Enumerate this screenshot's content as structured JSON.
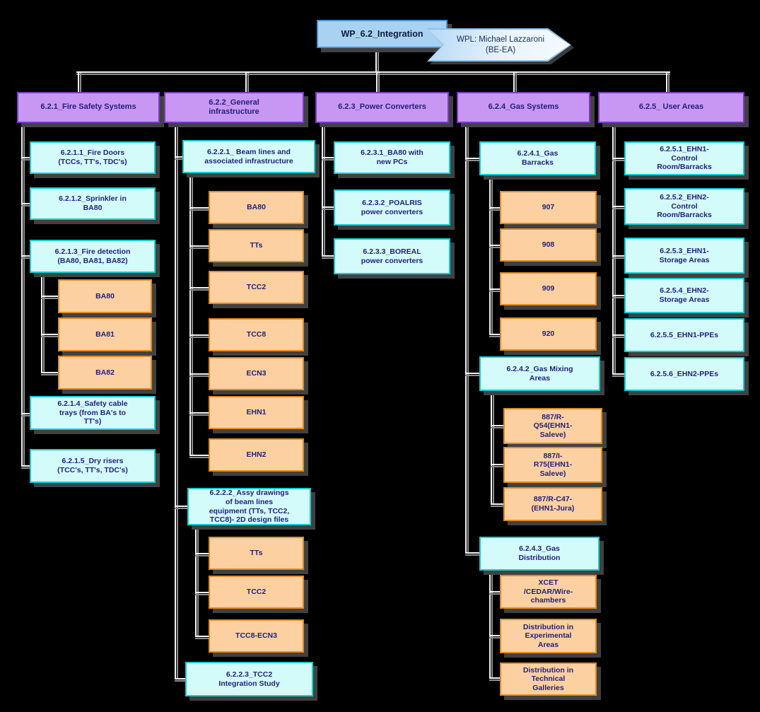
{
  "diagram": {
    "root": {
      "label": "WP_6.2_Integration"
    },
    "wpl": {
      "label": "WPL: Michael Lazzaroni\n(BE-EA)"
    },
    "branches": [
      {
        "label": "6.2.1_Fire Safety Systems",
        "children": [
          {
            "label": "6.2.1.1_Fire Doors\n(TCCs, TT's, TDC's)",
            "children": []
          },
          {
            "label": "6.2.1.2_Sprinkler in\nBA80",
            "children": []
          },
          {
            "label": "6.2.1.3_Fire detection\n(BA80, BA81, BA82)",
            "children": [
              {
                "label": "BA80"
              },
              {
                "label": "BA81"
              },
              {
                "label": "BA82"
              }
            ]
          },
          {
            "label": "6.2.1.4_Safety cable\ntrays (from BA's to\nTT's)",
            "children": []
          },
          {
            "label": "6.2.1.5_Dry risers\n(TCC's, TT's, TDC's)",
            "children": []
          }
        ]
      },
      {
        "label": "6.2.2_General\ninfrastructure",
        "children": [
          {
            "label": "6.2.2.1_ Beam lines and\nassociated infrastructure",
            "children": [
              {
                "label": "BA80"
              },
              {
                "label": "TTs"
              },
              {
                "label": "TCC2"
              },
              {
                "label": "TCC8"
              },
              {
                "label": "ECN3"
              },
              {
                "label": "EHN1"
              },
              {
                "label": "EHN2"
              }
            ]
          },
          {
            "label": "6.2.2.2_Assy drawings\nof beam lines\nequipment (TTs, TCC2,\nTCC8)- 2D design files",
            "children": [
              {
                "label": "TTs"
              },
              {
                "label": "TCC2"
              },
              {
                "label": "TCC8-ECN3"
              }
            ]
          },
          {
            "label": "6.2.2.3_TCC2\nIntegration Study",
            "children": []
          }
        ]
      },
      {
        "label": "6.2.3_Power Converters",
        "children": [
          {
            "label": "6.2.3.1_BA80 with\nnew PCs",
            "children": []
          },
          {
            "label": "6.2.3.2_POALRIS\npower converters",
            "children": []
          },
          {
            "label": "6.2.3.3_BOREAL\npower converters",
            "children": []
          }
        ]
      },
      {
        "label": "6.2.4_Gas Systems",
        "children": [
          {
            "label": "6.2.4.1_Gas\nBarracks",
            "children": [
              {
                "label": "907"
              },
              {
                "label": "908"
              },
              {
                "label": "909"
              },
              {
                "label": "920"
              }
            ]
          },
          {
            "label": "6.2.4.2_Gas Mixing\nAreas",
            "children": [
              {
                "label": "887/R-\nQ54(EHN1-\nSaleve)"
              },
              {
                "label": "887/I-\nR75(EHN1-\nSaleve)"
              },
              {
                "label": "887/R-C47-\n(EHN1-Jura)"
              }
            ]
          },
          {
            "label": "6.2.4.3_Gas\nDistribution",
            "children": [
              {
                "label": "XCET\n/CEDAR/Wire-\nchambers"
              },
              {
                "label": "Distribution in\nExperimental\nAreas"
              },
              {
                "label": "Distribution in\nTechnical\nGalleries"
              }
            ]
          }
        ]
      },
      {
        "label": "6.2.5_ User Areas",
        "children": [
          {
            "label": "6.2.5.1_EHN1-\nControl\nRoom/Barracks",
            "children": []
          },
          {
            "label": "6.2.5.2_EHN2-\nControl\nRoom/Barracks",
            "children": []
          },
          {
            "label": "6.2.5.3_EHN1-\nStorage Areas",
            "children": []
          },
          {
            "label": "6.2.5.4_EHN2-\nStorage Areas",
            "children": []
          },
          {
            "label": "6.2.5.5_EHN1-PPEs",
            "children": []
          },
          {
            "label": "6.2.5.6_EHN2-PPEs",
            "children": []
          }
        ]
      }
    ],
    "colors": {
      "background": "#000000",
      "root_fill": "#a9d2f2",
      "root_border": "#4a90cc",
      "banner_fill_start": "#b5d9f6",
      "banner_fill_end": "#f6fbff",
      "banner_border": "#8ec1ea",
      "branch_fill": "#c897f3",
      "branch_border": "#7e3bc4",
      "task_fill": "#d3fbfa",
      "task_border": "#14cfcf",
      "leaf_fill": "#fcd0a0",
      "leaf_border": "#de8b25",
      "label_text": "#23217c",
      "connector": "#f4f4f4"
    }
  }
}
